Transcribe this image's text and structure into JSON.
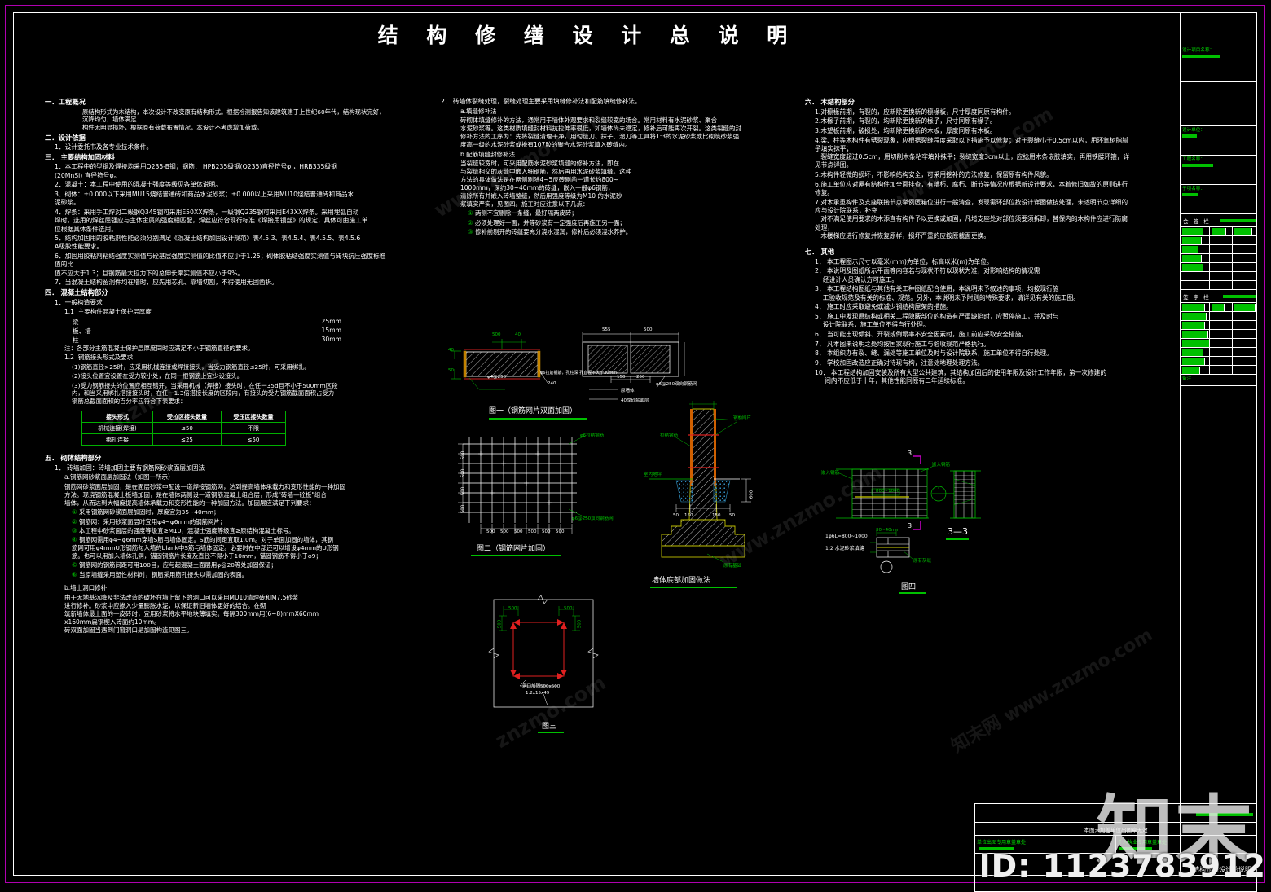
{
  "sheet": {
    "title": "结 构 修 缮 设 计 总 说 明",
    "id_tag": "ID: 1123783912",
    "watermarks": [
      "znzmo.com",
      "www.znzmo.com",
      "知末网 www.znzmo.com",
      "知末"
    ]
  },
  "left_column": {
    "s1_head": "一．工程概况",
    "s1_p1": "原结构形式为木结构，本次设计不改变原有结构形式。根据检测报告知该建筑建于上世纪60年代，结构现状完好，沉降均匀，墙体满足\n构件无明显损坏，根据原有荷载布置情况，本设计不考虑增加荷载。",
    "s2_head": "二．设计依据",
    "s2_1": "1．设计委托书及各专业技术条件。",
    "s3_head": "三． 主要结构加固材料",
    "s3_1": "1．本工程中的型钢及焊接均采用Q235-B钢；钢筋： HPB235级钢(Q235)直径符号φ ，HRB335级钢\n(20MnSi) 直径符号φ。",
    "s3_2": "2．混凝土：本工程中使用的混凝土强度等级见各单体说明。",
    "s3_3": "3．砌体：±0.000以下采用MU15烧结普通砖和商品水泥砂浆；±0.000以上采用MU10烧结普通砖和商品水\n泥砂浆。",
    "s3_4": "4．焊条：采用手工焊对二级钢Q345钢可采用E50XX焊条，一级钢Q235钢可采用E43XX焊条。采用埋弧自动\n焊时，选用的焊丝屈强应与主体金属的强度相匹配，焊丝应符合现行标准《焊接用钢丝》的规定，具体可由施工单\n位根据具体条件选用。",
    "s3_5": "5．结构加固用的胶粘剂性能必须分别满足《混凝土结构加固设计规范》表4.5.3、表4.5.4、表4.5.5、表4.5.6\nA级胶性能要求。",
    "s3_6": "6．加固用胶粘剂粘结强度实测值与砼基层强度实测值的比值不应小于1.25；砌体胶粘结强度实测值与砖块抗压强度标准值的比\n值不应大于1.3；且钢筋最大拉力下的总伸长率实测值不应小于9%。",
    "s3_7": "7．当混凝土结构留洞件均在墙时，应先用芯孔、靠墙切割，不得使用无固凿拆。",
    "s4_head": "四． 混凝土结构部分",
    "s4_1": "1．一般构造要求",
    "s4_11": "1.1  主要构件混凝土保护层厚度",
    "cover_rows": [
      {
        "member": "梁",
        "value": "25mm"
      },
      {
        "member": "板、墙",
        "value": "15mm"
      },
      {
        "member": "柱",
        "value": "30mm"
      }
    ],
    "cover_note": "注：各部分主筋混凝土保护层厚度同时应满足不小于钢筋直径的要求。",
    "s4_12": "1.2  钢筋接头形式及要求",
    "s4_12_1": "(1)钢筋直径>25时，应采用机械连接或焊接接头，当受力钢筋直径≤25时，可采用绑扎。",
    "s4_12_2": "(2)接头位置宜设置在受力较小处，在同一根钢筋上宜少设接头。",
    "s4_12_3": "(3)受力钢筋接头的位置应相互错开，当采用机械（焊接）接头时，在任一35d且不小于500mm区段\n内，和当采用绑扎搭接接头时，在任一1.3倍搭接长度的区段内，有接头的受力钢筋截面面积占受力\n钢筋总截面面积的百分率应符合下表要求：",
    "joint_table": {
      "headers": [
        "接头形式",
        "受拉区接头数量",
        "受压区接头数量"
      ],
      "rows": [
        [
          "机械连接(焊接)",
          "≤50",
          "不限"
        ],
        [
          "绑扎连接",
          "≤25",
          "≤50"
        ]
      ]
    },
    "s5_head": "五． 砌体结构部分",
    "s5_1": "1． 砖墙加固：砖墙加固主要有钢筋网砂浆面层加固法",
    "s5_1a": "a.钢筋网砂浆面层加固法（如图一所示）",
    "s5_1a_p": "钢筋网砂浆面层加固，是在面层砂浆中配设一道焊接钢筋网，达到提高墙体承载力和变形性能的一种加固\n方法。现浇钢筋混凝土板墙加固，是在墙体两侧设一道钢筋混凝土组合层，形成\"砖墙—砼板\"组合\n墙体，从而达到大幅度提高墙体承载力和变形性能的一种加固方法。加固层应满足下列要求：",
    "s5_items": [
      "采用钢筋网砂浆面层加固时，厚度宜为35~40mm；",
      "钢筋网：采用砂浆面层时宜用φ4~φ6mm的钢筋网片；",
      "本工程中砂浆面层的强度等级宜≥M10，混凝土强度等级宜≥原结构混凝土标号。",
      "钢筋网需用φ4~φ6mm穿墙S筋与墙体固定。S筋的间距宜取1.0m。对于单面加固的墙体，其钢\n筋网可用φ4mmU形钢筋勾入墙的blank中S筋与墙体固定。必要时在中部还可以增设φ4mm的U形钢\n筋。也可以用加入墙体孔洞，锚固钢筋片长度及直径不得小于10mm，锚固钢筋不得小于φ9；",
      "钢筋网的钢筋间距可用100目，应与起混凝土面层用φ@20等处加固保证；",
      "当原墙缝采用塑性材料时，钢筋采用筋孔接头以需加固的表面。"
    ],
    "s5_1b": "b.墙上洞口修补",
    "s5_1b_p": "由于无地基沉降及非法改造的破坏在墙上留下的洞口可以采用MU10清理砖和M7.5砂浆\n进行修补。砂浆中应掺入少量膨胀水泥，以保证新旧墙体更好的结合。在砌\n筑新墙体最上面的一皮砖时，宜用砂浆将水平地块薄填实。每隔300mm用(6~8)mmX60mm\nx160mm扁钢楔入砖面约10mm。\n砖双面加固当遇到门窗洞口是加固构造见图三。"
  },
  "mid_column": {
    "s2": "2． 砖墙体裂缝处理，裂缝处理主要采用填缝修补法和配筋填缝修补法。",
    "s2a": "a.填缝修补法",
    "s2a_p": "砖砌体填缝修补的方法，通常用于墙体外观要求和裂缝较宽的场合。常用材料有水泥砂浆、聚合\n水泥砂浆等。这类材质填缝封材料抗拉伸率很低，如墙体尚未稳定，修补后可能再次开裂。这类裂缝的封\n修补方法的工序为：先将裂缝清理干净，用勾缝刀、抹子、溜刀等工具将1:3的水泥砂浆或比砌筑砂浆强\n度高一级的水泥砂浆或掺有107胶的聚合水泥砂浆填入砖缝内。",
    "s2b": "b.配筋填缝封修补法",
    "s2b_p": "当裂缝较宽时，可采用配筋水泥砂浆填缝的修补方法，即在\n与裂缝相交的灰缝中嵌入细钢筋，然后再用水泥砂浆填缝。这种\n方法的具体做法是在两侧剔除4~5皮砖剔凿一道长约800~\n1000mm，深约30~40mm的砖缝，嵌入一般φ6钢筋，\n清除所有并嵌入砖墙整缝，然后用强度等级为M10 的水泥砂\n浆填实严实，见图四。施工时应注意以下几点：",
    "s2_items": [
      "两侧不宜剔除一条缝，最好隔两皮砖；",
      "必须处理好一面，并等砂浆有一定强度后再施工另一面；",
      "修补前剔开的砖缝要充分浇水湿润，修补后必须浇水养护。"
    ]
  },
  "right_column": {
    "s6_head": "六． 木结构部分",
    "s6_items": [
      "1.对檩椽前期，有裂的，应新除更换新的檩椽板，尺寸厚度同原有构件。",
      "2.木椽子前期，有裂的，均新除更换新的椽子，尺寸同原有椽子。",
      "3.木望板前期，破损处，均新除更换新的木板，厚度同原有木板。",
      "4.梁、柱等木构件有劈裂现象，应根据裂缝程度采取以下措施予以修复；对于裂缝小于0.5cm以内，用环氧树脂腻子填实抹平；\n   裂缝宽度超过0.5cm，用切削木条粘牢填补抹平；裂缝宽度3cm以上，应捻用木条嵌胶填实，再用铁腰环箍，详见节点详图。",
      "5.木构件轻微的损坏，不影响结构安全，可采用挖补的方法修复，保留原有构件风貌。",
      "6.施工单位应对屋有结构件加全面排查，有糟朽、腐朽、断节等情况应根据新设计要求，本着修旧如故的原则进行修复。",
      "7.对木承重构件及支座联接节点举例匿箱位进行一般清查，发现需环部位按设计详图做技处理，未述明节点详细的应与设计院联系，补充\n   对不满足使用要求的木添直有构件予以更换或加固，凡增支座处对部位须要须拆卸，替保内的木构件应进行防腐处理，\n   木楼梯应进行修复并恢复原样，损坏严重的应按原裁面更换。"
    ],
    "s7_head": "七． 其他",
    "s7_items": [
      "1． 本工程图示尺寸以毫米(mm)为单位，标高以米(m)为单位。",
      "2． 本说明及图纸所示平面等内容若与现状不符以现状为准，对影响结构的情况需\n    经设计人员确认方可施工。",
      "3． 本工程结构图纸与其他有关工种图纸配合使用，本说明未予叙述的事项，均按现行施\n    工验收规范及有关的标准、规范。另外，本说明未予附则的特殊要求，请详见有关的施工图。",
      "4． 施工时应采取避免或减少钢结构屋架的措施。",
      "5． 施工中发现原结构或相关工程隐蔽部位的构造有严重缺陷时，应暂停施工，并及时与\n    设计院联系，施工单位不得自行处理。",
      "6． 当可能出现倾斜、开裂或倒塌率不安全因素时，施工前应采取安全措施。",
      "7． 凡本图未说明之处均按国家现行施工与验收规范严格执行。",
      "8． 本组织办有裂、缝、漏处等施工单位及时与设计院联系，施工单位不得自行处理。",
      "9． 学校加固改造应正确对待现有构，注意处地理处理方法。",
      "10． 本工程结构加固安装及所有大型公共建筑，其结构加固后的使用年限及设计工作年限，第一次修建的\n     间内不应低于十年，其他性能同原有二年延续标准。"
    ]
  },
  "drawings": {
    "fig1": {
      "caption": "图一（钢筋网片双面加固）",
      "dims": [
        "500",
        "40",
        "40",
        "50",
        "240",
        "500",
        "555",
        "500",
        "150",
        "250"
      ],
      "labels": [
        "φ6拉筋钢筋，孔柱深\n孔直径不大于20mm",
        "原墙体",
        "40厚砂浆面层",
        "φ6@250双向钢筋网",
        "φ4@250"
      ]
    },
    "fig2": {
      "caption": "图二（钢筋网片加固）",
      "spacing": [
        "500",
        "500",
        "500",
        "500",
        "500",
        "500"
      ],
      "vspacing": [
        "500",
        "500",
        "500",
        "500",
        "500"
      ],
      "labels": [
        "φ6拉结钢筋",
        "φ6@250双向钢筋网"
      ]
    },
    "fig3": {
      "caption": "图三",
      "dims": [
        "500",
        "500",
        "500",
        "500"
      ],
      "labels": [
        "洞口加固500x500",
        "1.2x15x49"
      ]
    },
    "fig4": {
      "caption": "图四",
      "section_label": "3—3",
      "marker": "①",
      "labels": [
        "嵌入钢筋",
        "嵌入钢筋",
        "800~1000",
        "1φ6L=800~1000",
        "1:2 水泥砂浆填缝",
        "原有灰缝",
        "30~40mm",
        "3",
        "3"
      ]
    },
    "wall_base": {
      "caption": "墙体底部加固做法",
      "dims": [
        "50",
        "150",
        "150",
        "50",
        "600"
      ],
      "labels": [
        "室内地坪",
        "钢筋网片",
        "拉结钢筋",
        "原有基础"
      ]
    }
  },
  "title_block": {
    "rows": [
      {
        "label": "设计项目名称：",
        "bar": true
      },
      {
        "label": "",
        "bar": false
      },
      {
        "label": "设计单位：",
        "bar": true
      },
      {
        "label": "工程名称：",
        "bar": true
      },
      {
        "label": "子项名称：",
        "bar": true
      }
    ],
    "cosign_header": "会 签 栏",
    "sign_header": "签 字 栏",
    "note_cell": "备注"
  },
  "bottom_block": {
    "note": "本图未加盖单位出图章无效",
    "stamp_left": "单位出图专用章盖章处",
    "stamp_right": "个人执业专用章盖章处",
    "sheet_name": "结构修缮设计总说明"
  }
}
